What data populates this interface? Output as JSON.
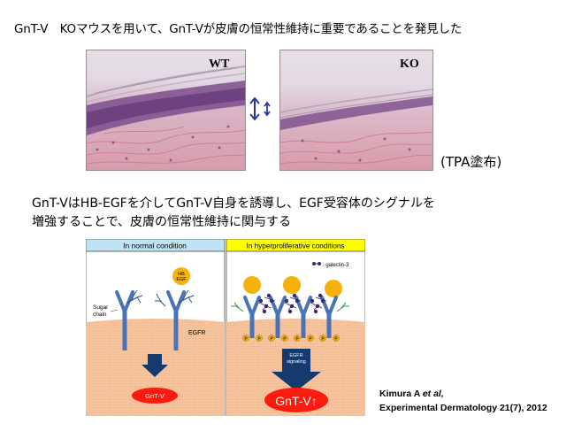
{
  "heading": "GnT-V　KOマウスを用いて、GnT-Vが皮膚の恒常性維持に重要であることを発見した",
  "micrographs": {
    "left_label": "WT",
    "right_label": "KO",
    "treatment_note": "(TPA塗布)"
  },
  "paragraph": {
    "line1": "GnT-VはHB-EGFを介してGnT-V自身を誘導し、EGF受容体のシグナルを",
    "line2": "増強することで、皮膚の恒常性維持に関与する"
  },
  "diagram": {
    "left_panel_title": "In normal condition",
    "right_panel_title": "In hyperproliferative conditions",
    "galectin_legend": ": galectin-3",
    "hb_egf_line1": "HB",
    "hb_egf_line2": "EGF",
    "sugar_chain_line1": "Sugar",
    "sugar_chain_line2": "chain",
    "egfr_label": "EGFR",
    "egfr_signaling_line1": "EGFR",
    "egfr_signaling_line2": "signaling",
    "gntv_small": "GnT-V",
    "gntv_large": "GnT-V↑",
    "p_label": "P",
    "colors": {
      "left_header": "#bfe3f2",
      "right_header": "#ffff00",
      "cytoplasm": "#f7c39c",
      "receptor": "#4a73b5",
      "ligand": "#f5b20a",
      "oval": "#ff1a0f",
      "arrow": "#143a6e",
      "sugar_tree": "#2e4e7e",
      "galectin": "#3b2a6e",
      "sugar_tree_green": "#3a9a4a"
    }
  },
  "citation": {
    "authors": "Kimura A ",
    "et_al": "et al,",
    "journal": "Experimental Dermatology 21(7), 2012"
  }
}
